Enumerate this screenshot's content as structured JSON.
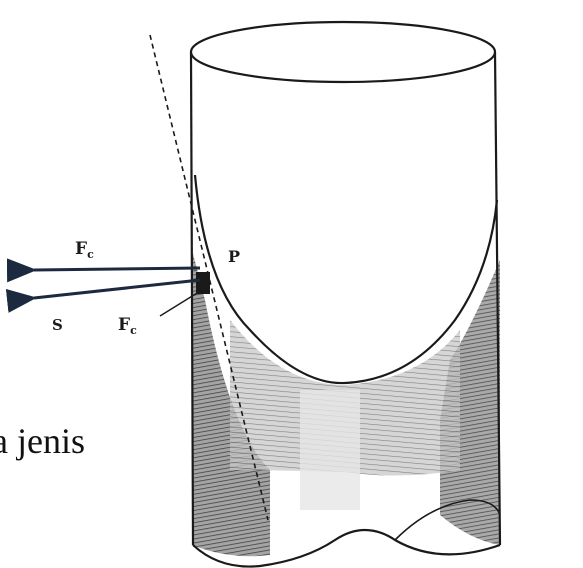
{
  "figure": {
    "labels": {
      "fc_top": "F",
      "fc_top_sub": "c",
      "point_p": "P",
      "s_label": "S",
      "fc_bottom": "F",
      "fc_bottom_sub": "c"
    },
    "text_fragment": "a jenis",
    "colors": {
      "background": "#ffffff",
      "ink": "#1a1a1a",
      "shadow": "#3a3a3a",
      "arrow_dark": "#1c2a40"
    }
  }
}
